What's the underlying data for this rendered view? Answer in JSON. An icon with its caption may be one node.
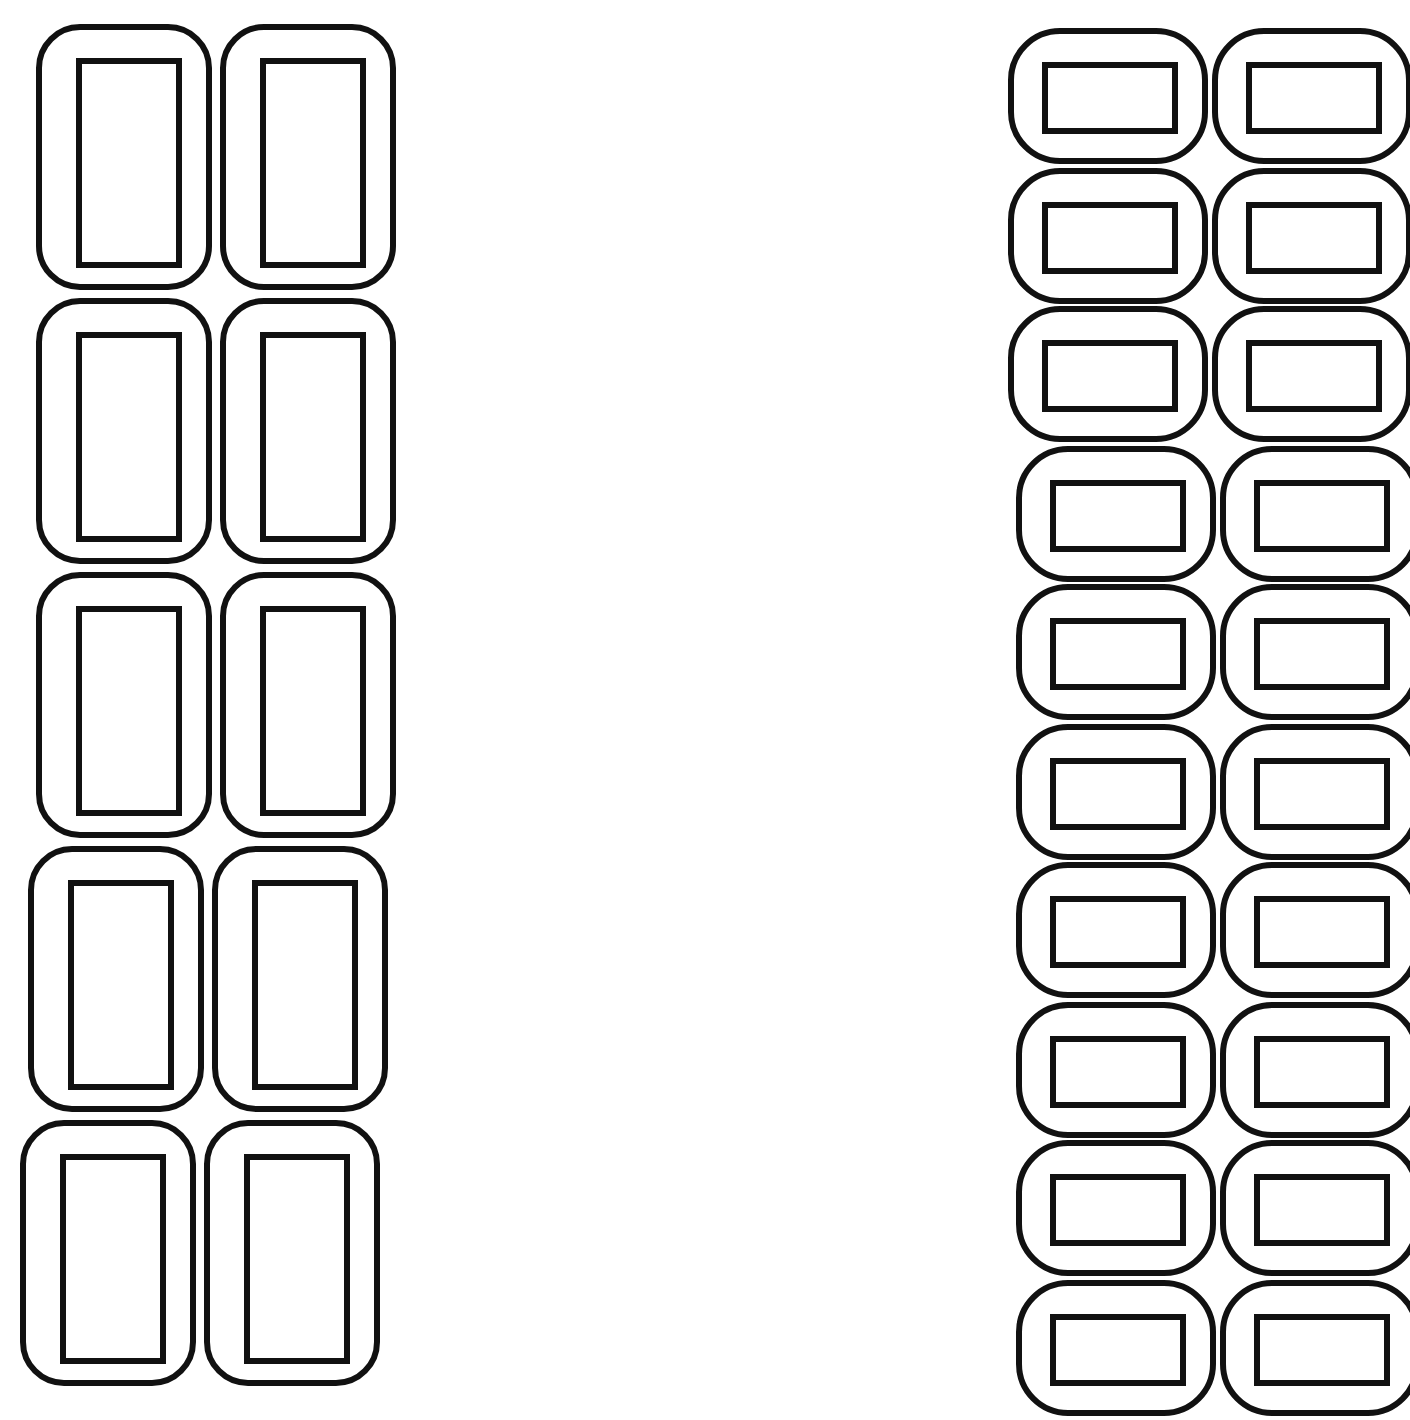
{
  "diagram": {
    "nodes": [
      {
        "text": [],
        "shape": "box"
      },
      {
        "text": [],
        "shape": "box",
        "in": 0
      },
      {
        "text": [],
        "shape": "box"
      },
      {
        "text": [],
        "shape": "box",
        "in": 2
      },
      {
        "text": [],
        "shape": "box"
      },
      {
        "text": [],
        "shape": "box",
        "in": 4
      },
      {
        "text": [],
        "shape": "box"
      },
      {
        "text": [],
        "shape": "box",
        "in": 6
      },
      {
        "text": [],
        "shape": "box"
      },
      {
        "text": [],
        "shape": "box",
        "in": 8
      },
      {
        "text": [],
        "shape": "box"
      },
      {
        "text": [],
        "shape": "box",
        "in": 10
      },
      {
        "text": [],
        "shape": "box"
      },
      {
        "text": [],
        "shape": "box",
        "in": 12
      },
      {
        "text": [],
        "shape": "box"
      },
      {
        "text": [],
        "shape": "box",
        "in": 14
      },
      {
        "text": [],
        "shape": "box"
      },
      {
        "text": [],
        "shape": "box",
        "in": 16
      },
      {
        "text": [],
        "shape": "box"
      },
      {
        "text": [],
        "shape": "box",
        "in": 18
      },
      {
        "text": [],
        "shape": "box"
      },
      {
        "text": [],
        "shape": "box",
        "in": 20
      },
      {
        "text": [],
        "shape": "box"
      },
      {
        "text": [],
        "shape": "box",
        "in": 22
      },
      {
        "text": [],
        "shape": "box"
      },
      {
        "text": [],
        "shape": "box",
        "in": 24
      },
      {
        "text": [],
        "shape": "box"
      },
      {
        "text": [],
        "shape": "box",
        "in": 26
      },
      {
        "text": [],
        "shape": "box"
      },
      {
        "text": [],
        "shape": "box",
        "in": 28
      },
      {
        "text": [],
        "shape": "box"
      },
      {
        "text": [],
        "shape": "box",
        "in": 30
      },
      {
        "text": [],
        "shape": "box"
      },
      {
        "text": [],
        "shape": "box",
        "in": 32
      },
      {
        "text": [],
        "shape": "box"
      },
      {
        "text": [],
        "shape": "box",
        "in": 34
      },
      {
        "text": [],
        "shape": "box"
      },
      {
        "text": [],
        "shape": "box",
        "in": 36
      },
      {
        "text": [],
        "shape": "box"
      },
      {
        "text": [],
        "shape": "box",
        "in": 38
      },
      {
        "text": [],
        "shape": "box"
      },
      {
        "text": [],
        "shape": "box",
        "in": 40
      },
      {
        "text": [],
        "shape": "box"
      },
      {
        "text": [],
        "shape": "box",
        "in": 42
      },
      {
        "text": [],
        "shape": "box"
      },
      {
        "text": [],
        "shape": "box",
        "in": 44
      },
      {
        "text": [],
        "shape": "box"
      },
      {
        "text": [],
        "shape": "box",
        "in": 46
      },
      {
        "text": [],
        "shape": "box"
      },
      {
        "text": [],
        "shape": "box",
        "in": 48
      },
      {
        "text": [],
        "shape": "box"
      },
      {
        "text": [],
        "shape": "box",
        "in": 50
      },
      {
        "text": [],
        "shape": "box"
      },
      {
        "text": [],
        "shape": "box",
        "in": 52
      },
      {
        "text": [],
        "shape": "box"
      },
      {
        "text": [],
        "shape": "box",
        "in": 54
      },
      {
        "text": [],
        "shape": "box"
      },
      {
        "text": [],
        "shape": "box",
        "in": 56
      },
      {
        "text": [],
        "shape": "box"
      },
      {
        "text": [],
        "shape": "box",
        "in": 58
      }
    ]
  }
}
